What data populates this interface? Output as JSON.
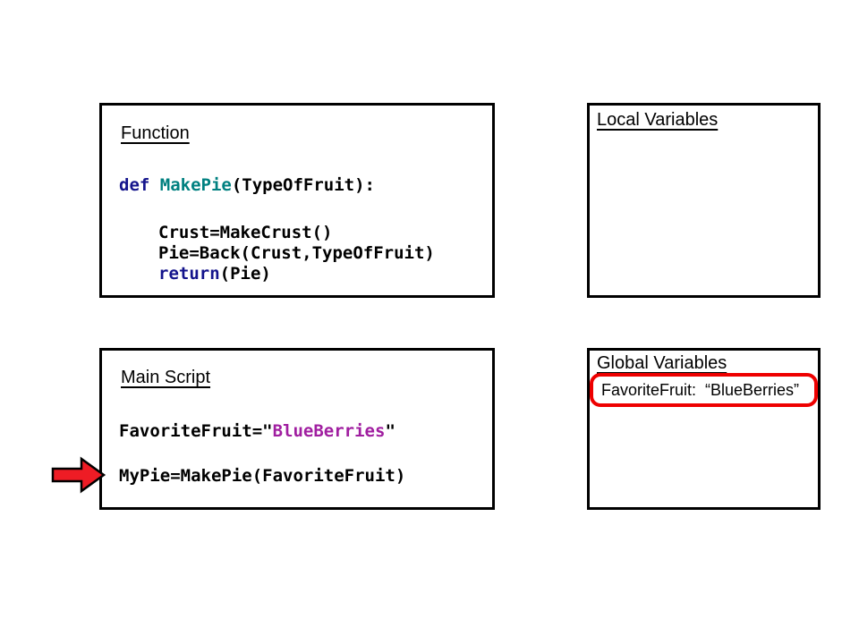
{
  "colors": {
    "keyword": "#14148C",
    "function_name": "#008080",
    "string": "#A01EA0",
    "code_text": "#000000",
    "box_border": "#000000",
    "highlight_red": "#EE0000",
    "arrow_fill": "#EE1C25",
    "arrow_outline": "#000000"
  },
  "function_box": {
    "title": "Function",
    "def_keyword": "def ",
    "def_name": "MakePie",
    "def_rest": "(TypeOfFruit):",
    "body_line_1": "Crust=MakeCrust()",
    "body_line_2": "Pie=Back(Crust,TypeOfFruit)",
    "return_keyword": "return",
    "return_rest": "(Pie)"
  },
  "local_variables_box": {
    "title": "Local Variables"
  },
  "main_script_box": {
    "title": "Main Script",
    "assign_lhs": "FavoriteFruit=",
    "assign_open_quote": "\"",
    "assign_string": "BlueBerries",
    "assign_close_quote": "\"",
    "call_line": "MyPie=MakePie(FavoriteFruit)"
  },
  "global_variables_box": {
    "title": "Global Variables",
    "entry": "FavoriteFruit:  “BlueBerries”"
  }
}
